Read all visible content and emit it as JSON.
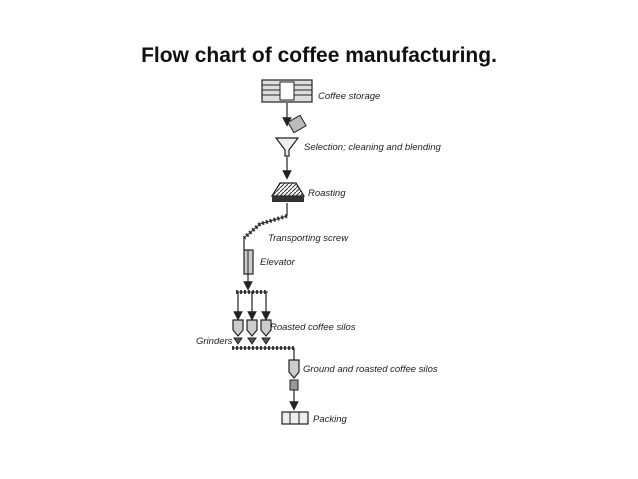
{
  "title": "Flow chart of coffee manufacturing.",
  "steps": {
    "storage": "Coffee storage",
    "selection": "Selection; cleaning and blending",
    "roasting": "Roasting",
    "screw": "Transporting screw",
    "elevator": "Elevator",
    "silos": "Roasted coffee silos",
    "grinders": "Grinders",
    "ground_silos": "Ground and roasted coffee silos",
    "packing": "Packing"
  }
}
